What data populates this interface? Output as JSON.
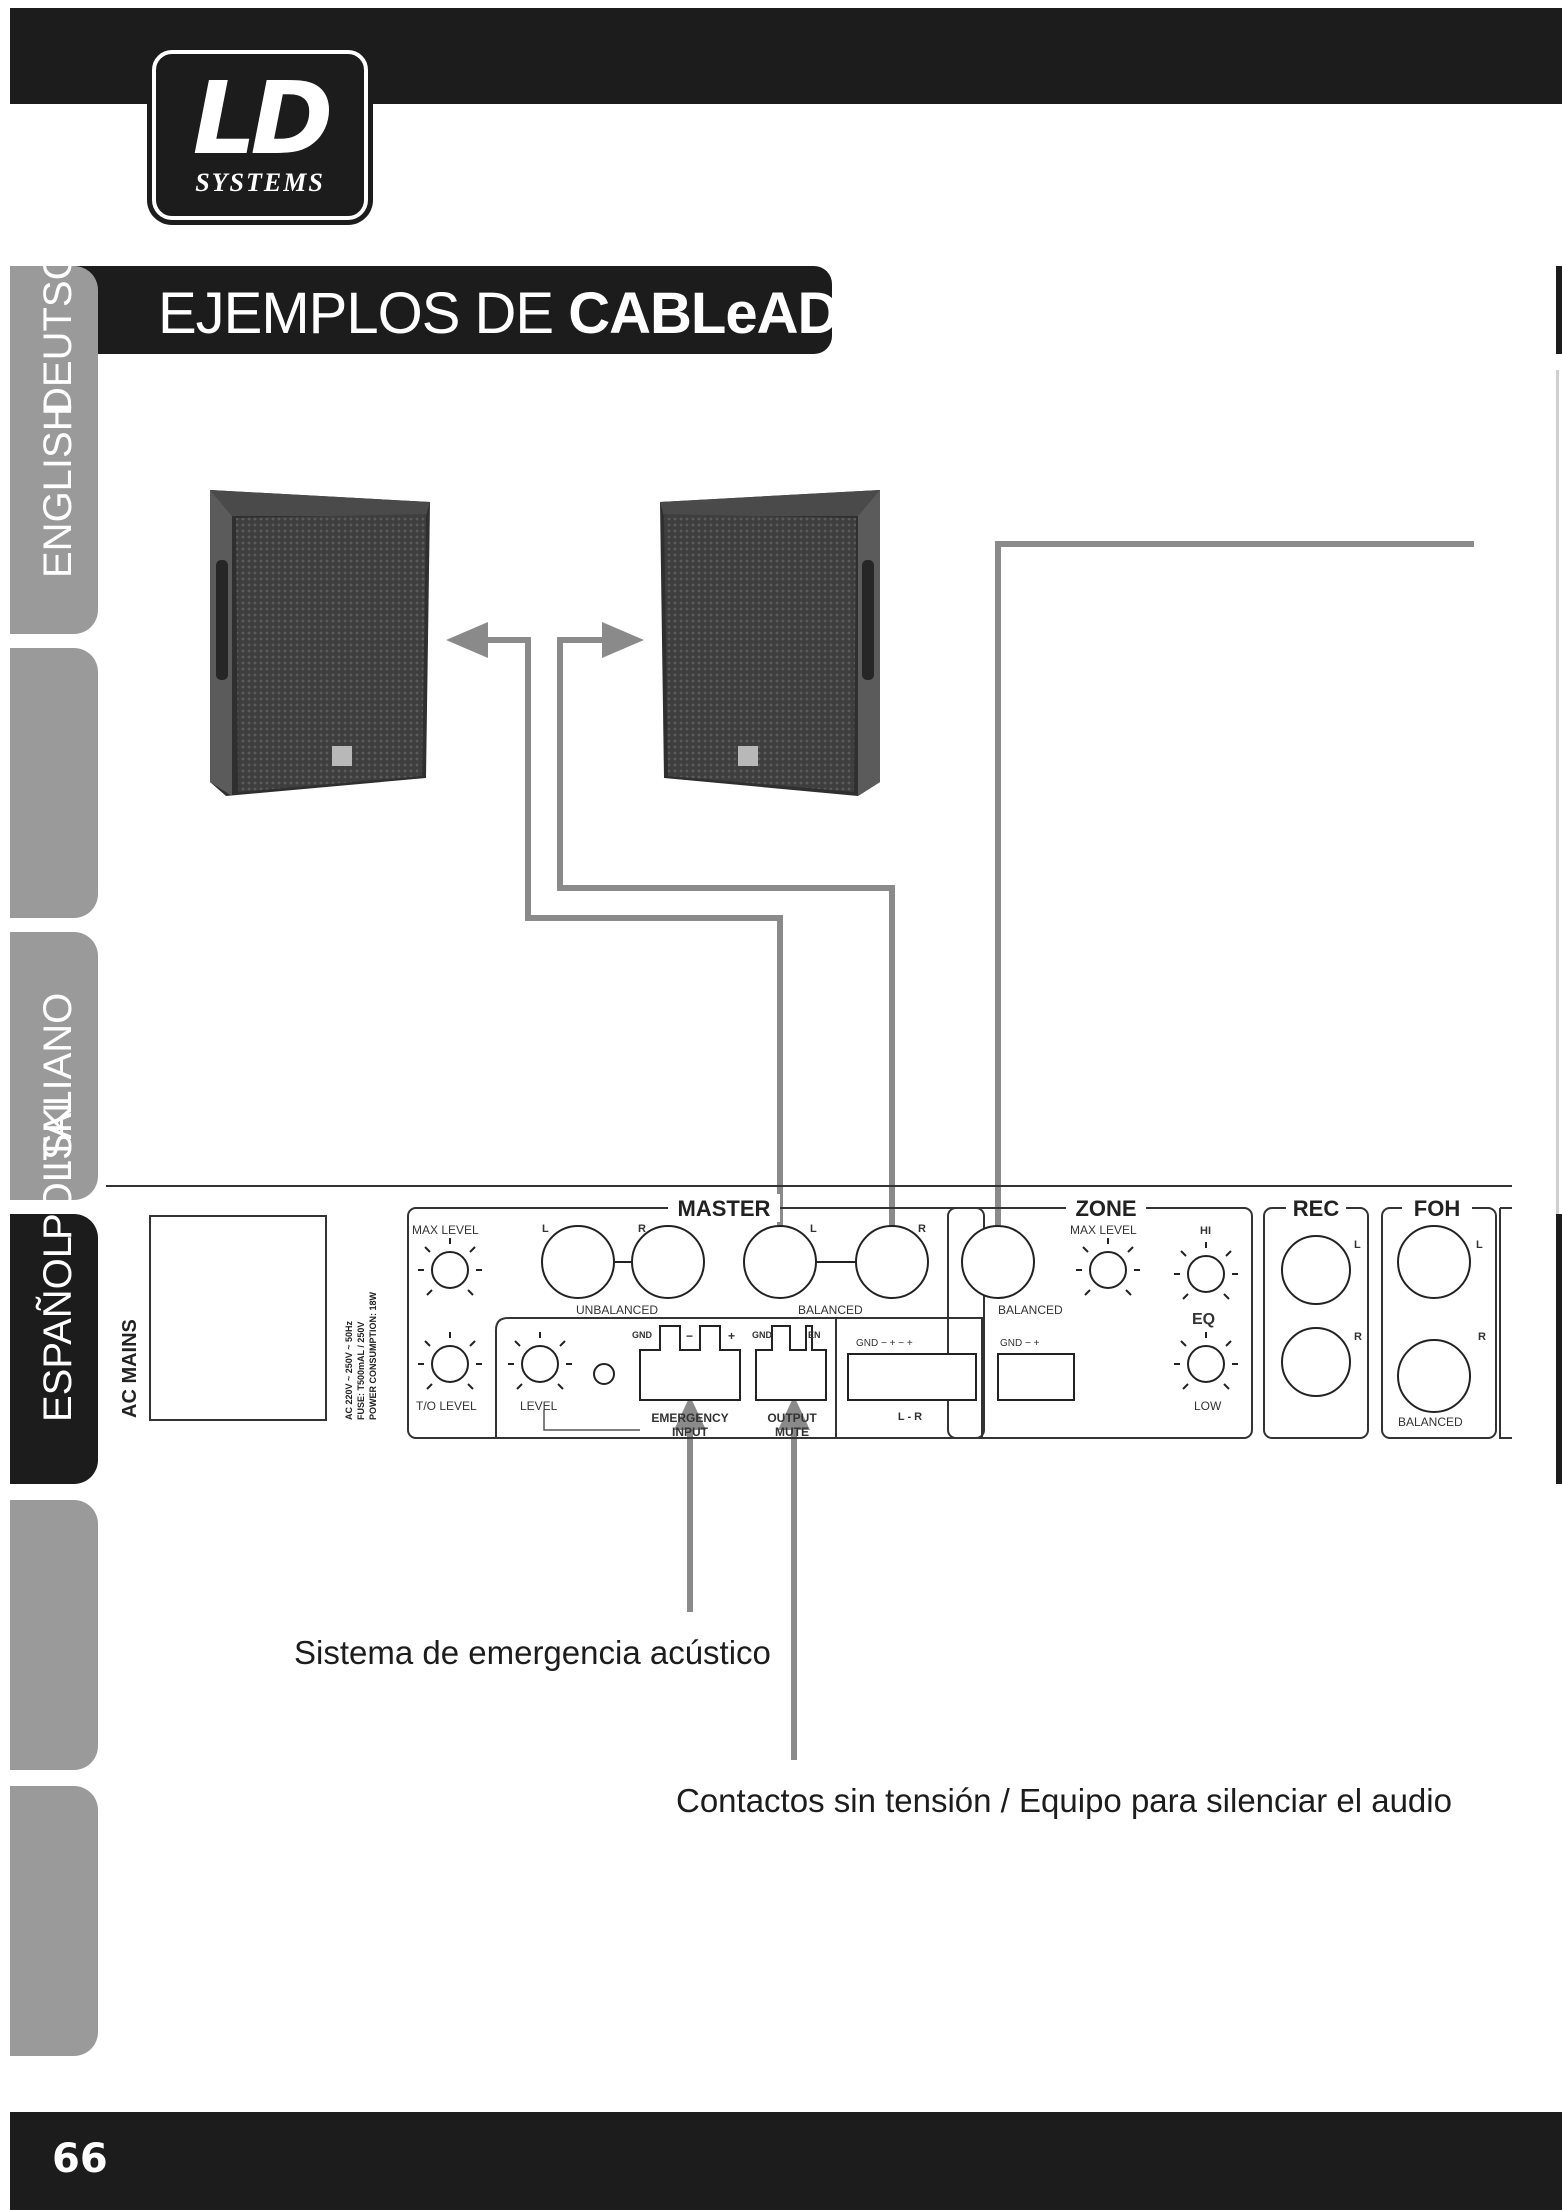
{
  "brand": {
    "logo_text": "LD",
    "logo_subtext": "SYSTEMS"
  },
  "title": {
    "prefix": "EJEMPLOS DE ",
    "bold": "CABLeADO",
    "suffix": ":"
  },
  "tabs": [
    {
      "label": "ENGLISH"
    },
    {
      "label": "DEUTSCH"
    },
    {
      "label": "ITALIANO"
    },
    {
      "label": "ESPAÑOL"
    },
    {
      "label": "POLSKI"
    }
  ],
  "panel": {
    "ac_mains": "AC MAINS",
    "power_spec": [
      "AC 220V ~ 250V ~ 50Hz",
      "FUSE: T500mAL / 250V",
      "POWER CONSUMPTION: 18W"
    ],
    "master": {
      "header": "MASTER",
      "max_level": "MAX LEVEL",
      "to_level": "T/O LEVEL",
      "level": "LEVEL",
      "unbalanced": "UNBALANCED",
      "balanced": "BALANCED",
      "l": "L",
      "r": "R",
      "gnd": "GND",
      "en": "EN",
      "minus": "−",
      "plus": "+",
      "emergency_input": [
        "EMERGENCY",
        "INPUT"
      ],
      "output_mute": [
        "OUTPUT",
        "MUTE"
      ],
      "terminal_lr": "L - R",
      "terminal_lr_pins": "GND − + − +"
    },
    "zone": {
      "header": "ZONE",
      "max_level": "MAX LEVEL",
      "hi": "HI",
      "eq": "EQ",
      "low": "LOW",
      "balanced": "BALANCED",
      "terminal_pins": "GND − +"
    },
    "rec": {
      "header": "REC",
      "l": "L",
      "r": "R"
    },
    "foh": {
      "header": "FOH",
      "l": "L",
      "r": "R",
      "balanced": "BALANCED"
    }
  },
  "captions": {
    "emergency": "Sistema de emergencia acústico",
    "contacts": "Contactos sin tensión / Equipo para silenciar el audio"
  },
  "page_number": "66"
}
